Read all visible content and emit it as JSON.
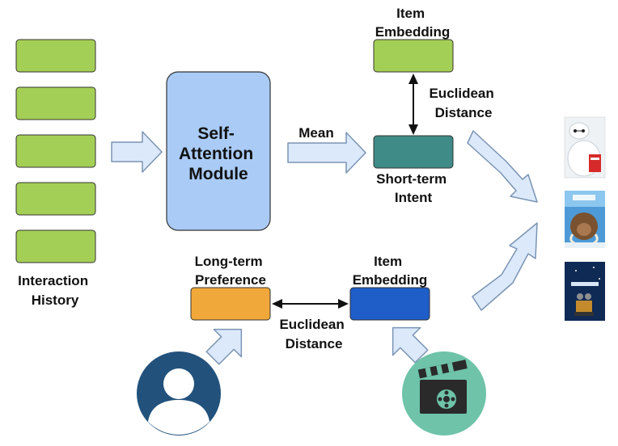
{
  "labels": {
    "interaction_history": [
      "Interaction",
      "History"
    ],
    "self_attention": [
      "Self-",
      "Attention",
      "Module"
    ],
    "mean": "Mean",
    "item_embedding_top": [
      "Item",
      "Embedding"
    ],
    "euclidean_top": [
      "Euclidean",
      "Distance"
    ],
    "short_term": [
      "Short-term",
      "Intent"
    ],
    "long_term": [
      "Long-term",
      "Preference"
    ],
    "item_embedding_bottom": [
      "Item",
      "Embedding"
    ],
    "euclidean_bottom": [
      "Euclidean",
      "Distance"
    ]
  },
  "icons": {
    "user": "user-icon",
    "movie": "clapperboard-icon",
    "posters": [
      "baymax-poster-icon",
      "ice-age-poster-icon",
      "wall-e-poster-icon"
    ]
  },
  "colors": {
    "history_block": "#a4cf56",
    "attention_module": "#a9cbf6",
    "short_term": "#3e8b87",
    "long_term": "#f1a83a",
    "item_embedding_bottom": "#1f5dc8",
    "item_embedding_top": "#a4cf56",
    "arrow_fill": "#dce9fb",
    "arrow_stroke": "#7a94b4",
    "user_circle": "#22527c",
    "movie_circle": "#6ec3a9"
  }
}
